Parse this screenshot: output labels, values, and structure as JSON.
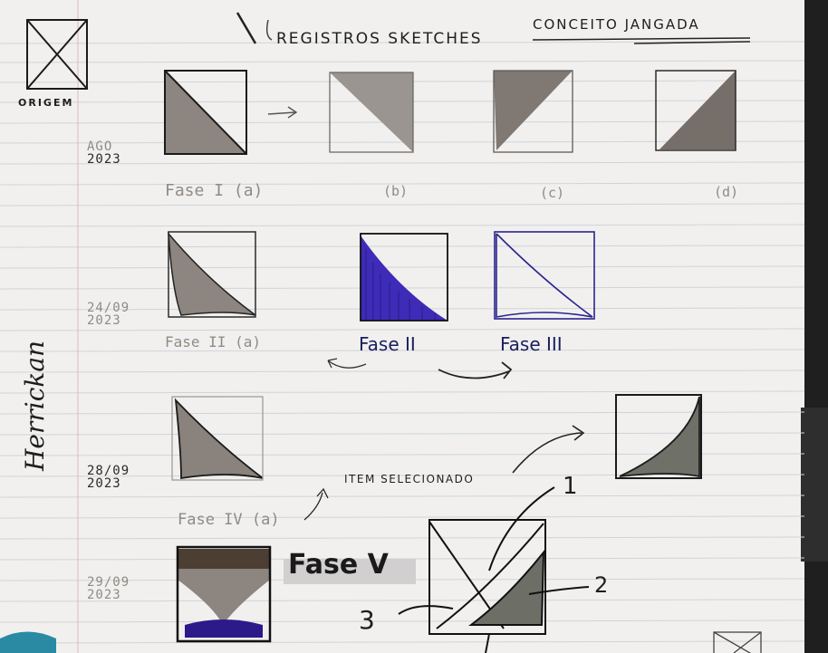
{
  "header": {
    "title": "REGISTROS SKETCHES",
    "concept": "CONCEITO JANGADA"
  },
  "origin": {
    "label": "ORIGEM"
  },
  "dates": [
    {
      "day": "AGO",
      "year": "2023"
    },
    {
      "day": "24/09",
      "year": "2023"
    },
    {
      "day": "28/09",
      "year": "2023"
    },
    {
      "day": "29/09",
      "year": "2023"
    }
  ],
  "phases": {
    "phase1a": "Fase I (a)",
    "phase1b": "(b)",
    "phase1c": "(c)",
    "phase1d": "(d)",
    "phase2a": "Fase II (a)",
    "phase2": "Fase II",
    "phase3": "Fase III",
    "phase4a": "Fase IV (a)",
    "phase5": "Fase V"
  },
  "annotations": {
    "selected": "ITEM SELECIONADO",
    "num1": "1",
    "num2": "2",
    "num3": "3"
  },
  "signature": "Herrickan",
  "colors": {
    "paper": "#f1f0ee",
    "rule": "#c9cfd6",
    "margin": "#d8b8b8",
    "pencil_fill": "#8c8580",
    "blue_ink": "#3e2bb8",
    "dark_ink": "#1e1e1e"
  }
}
